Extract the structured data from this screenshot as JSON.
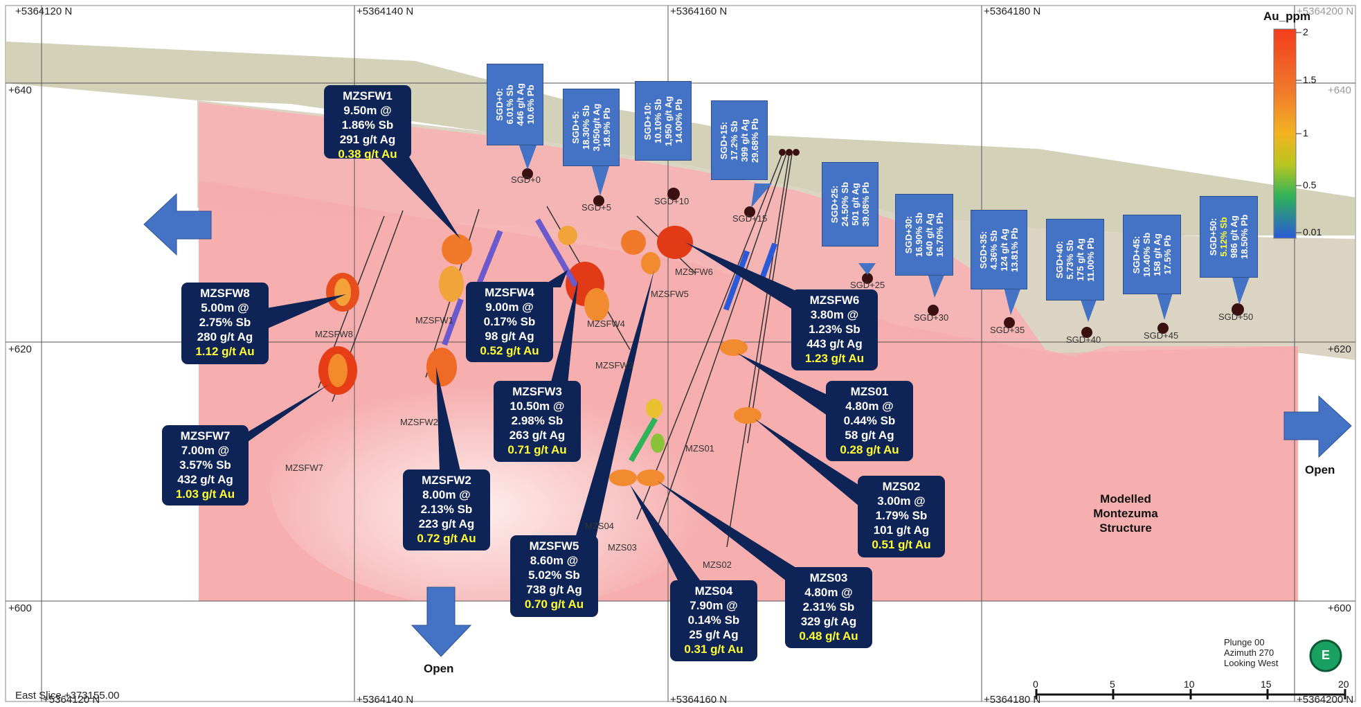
{
  "grid_labels": {
    "top": [
      "+5364120 N",
      "+5364140 N",
      "+5364160 N",
      "+5364180 N",
      "+5364200 N"
    ],
    "bottom": [
      "+5364120 N",
      "+5364140 N",
      "+5364160 N",
      "+5364180 N",
      "+5364200 N"
    ],
    "left": [
      "+640",
      "+620",
      "+600"
    ],
    "right": [
      "+640",
      "+620",
      "+600"
    ]
  },
  "east_slice": "East Slice +373155.00",
  "legend": {
    "title": "Au_ppm",
    "ticks": [
      "2",
      "1.5",
      "1",
      "0.5",
      "0.01"
    ]
  },
  "surface_samples": [
    {
      "label": "SGD+0",
      "lines": [
        "SGD+0:",
        "6.01% Sb",
        "446 g/t Ag",
        "10.6% Pb"
      ]
    },
    {
      "label": "SGD+5",
      "lines": [
        "SGD+5:",
        "18.30% Sb",
        "3,050g/t Ag",
        "18.9% Pb"
      ]
    },
    {
      "label": "SGD+10",
      "lines": [
        "SGD+10:",
        "10.10% Sb",
        "1,950 g/t Ag",
        "14.00% Pb"
      ]
    },
    {
      "label": "SGD+15",
      "lines": [
        "SGD+15:",
        "17.2% Sb",
        "399 g/t Ag",
        "29.68% Pb"
      ]
    },
    {
      "label": "SGD+25",
      "lines": [
        "SGD+25:",
        "24.50% Sb",
        "501 g/t Ag",
        "39.08% Pb"
      ]
    },
    {
      "label": "SGD+30",
      "lines": [
        "SGD+30:",
        "16.90% Sb",
        "640 g/t Ag",
        "16.70% Pb"
      ]
    },
    {
      "label": "SGD+35",
      "lines": [
        "SGD+35:",
        "4.36% Sb",
        "124 g/t Ag",
        "13.81% Pb"
      ]
    },
    {
      "label": "SGD+40",
      "lines": [
        "SGD+40:",
        "5.73% Sb",
        "175 g/t Ag",
        "11.00% Pb"
      ]
    },
    {
      "label": "SGD+45",
      "lines": [
        "SGD+45:",
        "10.40% Sb",
        "158 g/t Ag",
        "17.5% Pb"
      ]
    },
    {
      "label": "SGD+50",
      "lines": [
        "SGD+50:",
        "5.12% Sb",
        "986 g/t Ag",
        "18.50% Pb"
      ]
    }
  ],
  "drill_holes": [
    "MZSFW8",
    "MZSFW1",
    "MZSFW7",
    "MZSFW2",
    "MZSFW4",
    "MZSFW3",
    "MZSFW5",
    "MZSFW6",
    "MZS01",
    "MZS02",
    "MZS03",
    "MZS04"
  ],
  "intercepts": [
    {
      "hole": "MZSFW1",
      "width": "9.50m @",
      "sb": "1.86% Sb",
      "ag": "291 g/t Ag",
      "au": "0.38 g/t Au"
    },
    {
      "hole": "MZSFW8",
      "width": "5.00m @",
      "sb": "2.75% Sb",
      "ag": "280 g/t Ag",
      "au": "1.12 g/t Au"
    },
    {
      "hole": "MZSFW7",
      "width": "7.00m @",
      "sb": "3.57% Sb",
      "ag": "432 g/t Ag",
      "au": "1.03 g/t Au"
    },
    {
      "hole": "MZSFW2",
      "width": "8.00m @",
      "sb": "2.13% Sb",
      "ag": "223 g/t Ag",
      "au": "0.72 g/t Au"
    },
    {
      "hole": "MZSFW4",
      "width": "9.00m @",
      "sb": "0.17% Sb",
      "ag": "98 g/t Ag",
      "au": "0.52 g/t Au"
    },
    {
      "hole": "MZSFW3",
      "width": "10.50m @",
      "sb": "2.98% Sb",
      "ag": "263 g/t Ag",
      "au": "0.71 g/t Au"
    },
    {
      "hole": "MZSFW5",
      "width": "8.60m @",
      "sb": "5.02% Sb",
      "ag": "738 g/t Ag",
      "au": "0.70 g/t Au"
    },
    {
      "hole": "MZSFW6",
      "width": "3.80m @",
      "sb": "1.23% Sb",
      "ag": "443 g/t Ag",
      "au": "1.23 g/t Au"
    },
    {
      "hole": "MZS01",
      "width": "4.80m @",
      "sb": "0.44% Sb",
      "ag": "58 g/t Ag",
      "au": "0.28 g/t Au"
    },
    {
      "hole": "MZS02",
      "width": "3.00m @",
      "sb": "1.79% Sb",
      "ag": "101 g/t Ag",
      "au": "0.51 g/t Au"
    },
    {
      "hole": "MZS03",
      "width": "4.80m @",
      "sb": "2.31% Sb",
      "ag": "329 g/t Ag",
      "au": "0.48 g/t Au"
    },
    {
      "hole": "MZS04",
      "width": "7.90m @",
      "sb": "0.14% Sb",
      "ag": "25 g/t Ag",
      "au": "0.31 g/t Au"
    }
  ],
  "open_label": "Open",
  "structure_label": [
    "Modelled",
    "Montezuma",
    "Structure"
  ],
  "view_info": [
    "Plunge 00",
    "Azimuth 270",
    "Looking West"
  ],
  "compass_letter": "E",
  "scale_ticks": [
    "0",
    "5",
    "10",
    "15",
    "20"
  ],
  "colors": {
    "callout_bg": "#0f2456",
    "au_text": "#ffff33",
    "sample_box": "#4472c4",
    "arrow": "#4472c4",
    "structure_fill": "#f6b3b3",
    "terrain_fill": "#c9c6a8"
  }
}
